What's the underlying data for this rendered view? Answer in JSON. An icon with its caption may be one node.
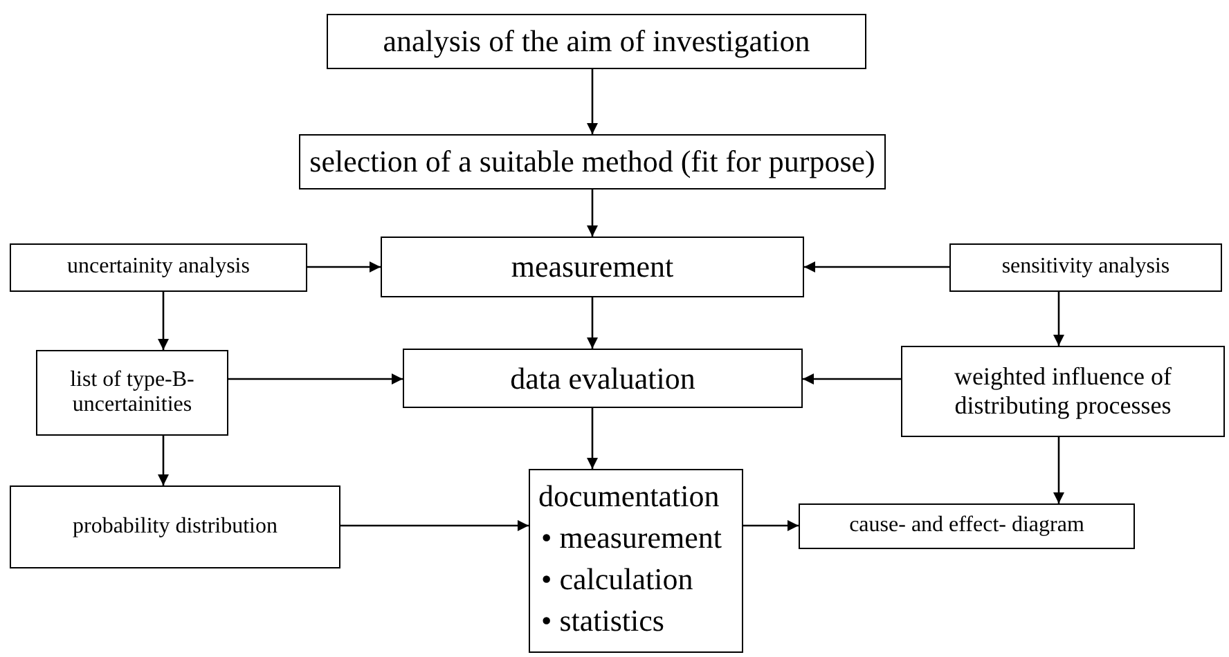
{
  "diagram": {
    "nodes": [
      {
        "text": [
          "analysis of the aim of investigation"
        ]
      },
      {
        "text": [
          "selection of a suitable method (fit for purpose)"
        ]
      },
      {
        "text": [
          "uncertainity analysis"
        ]
      },
      {
        "text": [
          "measurement"
        ]
      },
      {
        "text": [
          "sensitivity analysis"
        ]
      },
      {
        "text": [
          "list of type-B- uncertainities"
        ]
      },
      {
        "text": [
          "data evaluation"
        ]
      },
      {
        "text": [
          "weighted influence of distributing processes"
        ]
      },
      {
        "text": [
          "probability distribution"
        ]
      },
      {
        "text": [
          "documentation",
          "• measurement",
          "• calculation",
          "• statistics"
        ]
      },
      {
        "text": [
          "cause- and effect- diagram"
        ]
      }
    ],
    "edges": [
      {
        "from": 0,
        "to": 1,
        "arrow": "to"
      },
      {
        "from": 1,
        "to": 3,
        "arrow": "to"
      },
      {
        "from": 2,
        "to": 3,
        "arrow": "to"
      },
      {
        "from": 4,
        "to": 3,
        "arrow": "to"
      },
      {
        "from": 3,
        "to": 6,
        "arrow": "to"
      },
      {
        "from": 2,
        "to": 5,
        "arrow": "to"
      },
      {
        "from": 4,
        "to": 7,
        "arrow": "to"
      },
      {
        "from": 5,
        "to": 6,
        "arrow": "to"
      },
      {
        "from": 7,
        "to": 6,
        "arrow": "to"
      },
      {
        "from": 6,
        "to": 9,
        "arrow": "to"
      },
      {
        "from": 5,
        "to": 8,
        "arrow": "to"
      },
      {
        "from": 7,
        "to": 10,
        "arrow": "to"
      },
      {
        "from": 8,
        "to": 9,
        "arrow": "to"
      },
      {
        "from": 9,
        "to": 10,
        "arrow": "to"
      }
    ]
  }
}
